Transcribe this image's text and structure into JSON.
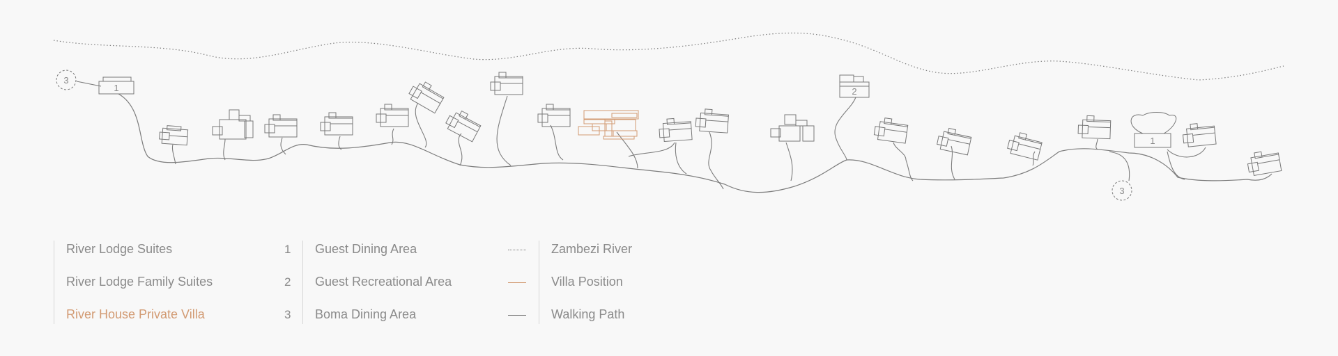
{
  "map": {
    "colors": {
      "building": "#777777",
      "villa": "#d29a72",
      "path": "#7c7c7c",
      "river": "#7c7c7c",
      "text": "#8a8a8a"
    },
    "markers": {
      "marker_3_left": "3",
      "marker_1_left": "1",
      "marker_2": "2",
      "marker_1_right": "1",
      "marker_3_right": "3"
    }
  },
  "legend": {
    "accommodation": [
      {
        "label": "River Lodge Suites",
        "number": "1"
      },
      {
        "label": "River Lodge Family Suites",
        "number": "2"
      },
      {
        "label": "River House Private Villa",
        "number": "3"
      }
    ],
    "facilities": [
      {
        "label": "Guest Dining Area",
        "symbol": "dotted-line-icon"
      },
      {
        "label": "Guest Recreational Area",
        "symbol": "accent-line-icon"
      },
      {
        "label": "Boma Dining Area",
        "symbol": "solid-line-icon"
      }
    ],
    "lines": [
      {
        "label": "Zambezi River"
      },
      {
        "label": "Villa Position"
      },
      {
        "label": "Walking Path"
      }
    ]
  }
}
